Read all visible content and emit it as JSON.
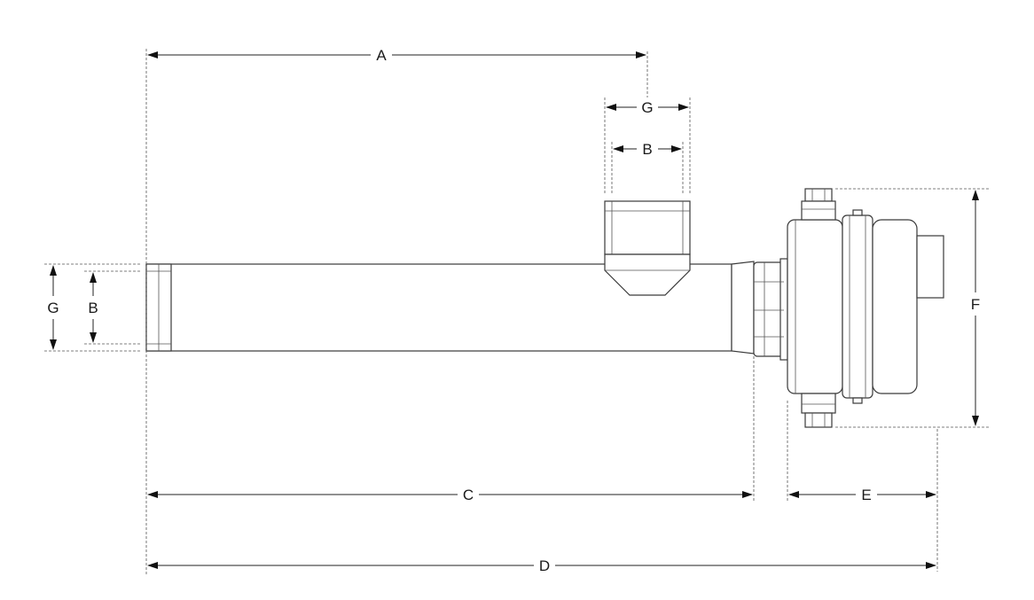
{
  "diagram": {
    "dimensions": {
      "a": "A",
      "g_top": "G",
      "b_top": "B",
      "g_left": "G",
      "b_left": "B",
      "c": "C",
      "d": "D",
      "e": "E",
      "f": "F"
    },
    "colors": {
      "line": "#222222",
      "body_fill": "#ffffff",
      "outline": "#3a3a3a"
    }
  }
}
